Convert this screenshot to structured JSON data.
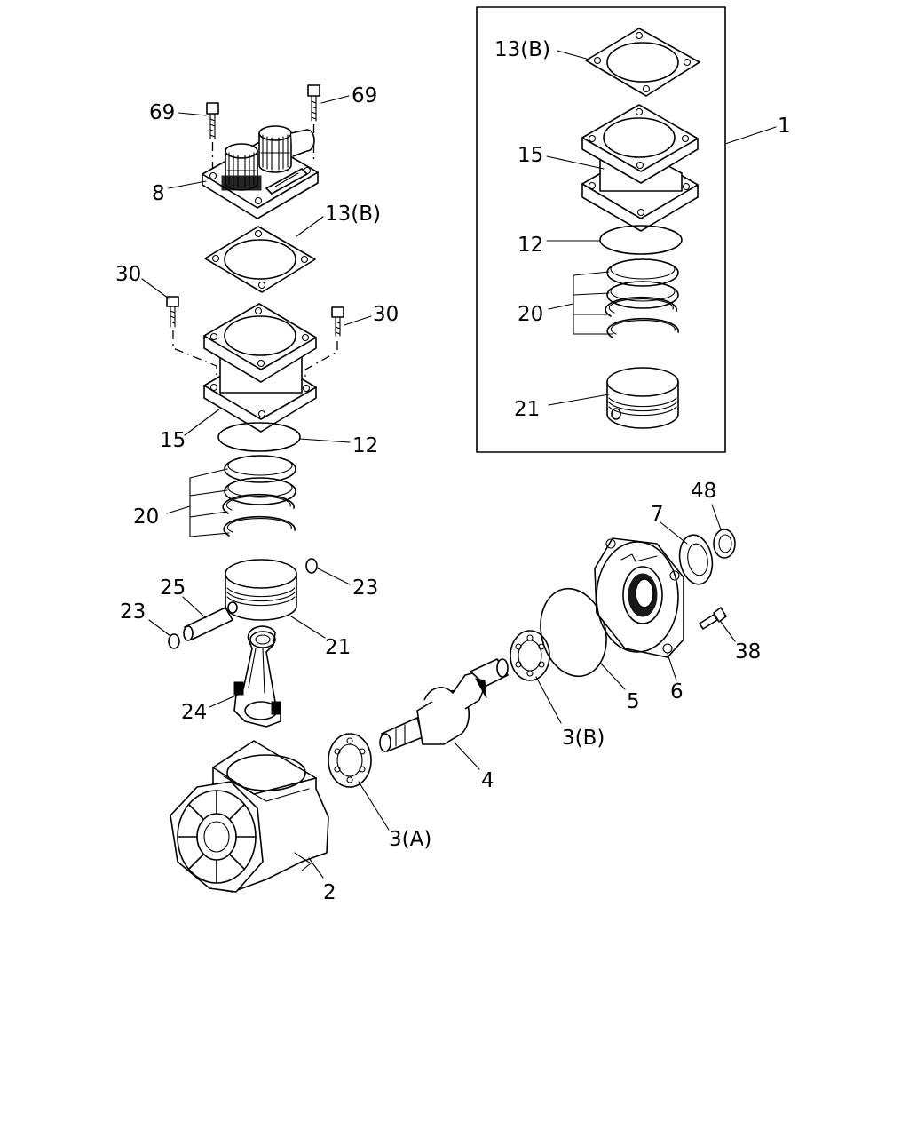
{
  "diagram": {
    "labels": {
      "p1": "1",
      "p2": "2",
      "p3a": "3(A)",
      "p3b": "3(B)",
      "p4": "4",
      "p5": "5",
      "p6": "6",
      "p7": "7",
      "p8": "8",
      "p12_main": "12",
      "p12_box": "12",
      "p13b_main": "13(B)",
      "p13b_box": "13(B)",
      "p15_main": "15",
      "p15_box": "15",
      "p20_main": "20",
      "p20_box": "20",
      "p21_main": "21",
      "p21_box": "21",
      "p23_left": "23",
      "p23_right": "23",
      "p24": "24",
      "p25": "25",
      "p30_left": "30",
      "p30_right": "30",
      "p38": "38",
      "p48": "48",
      "p69_left": "69",
      "p69_right": "69"
    }
  }
}
